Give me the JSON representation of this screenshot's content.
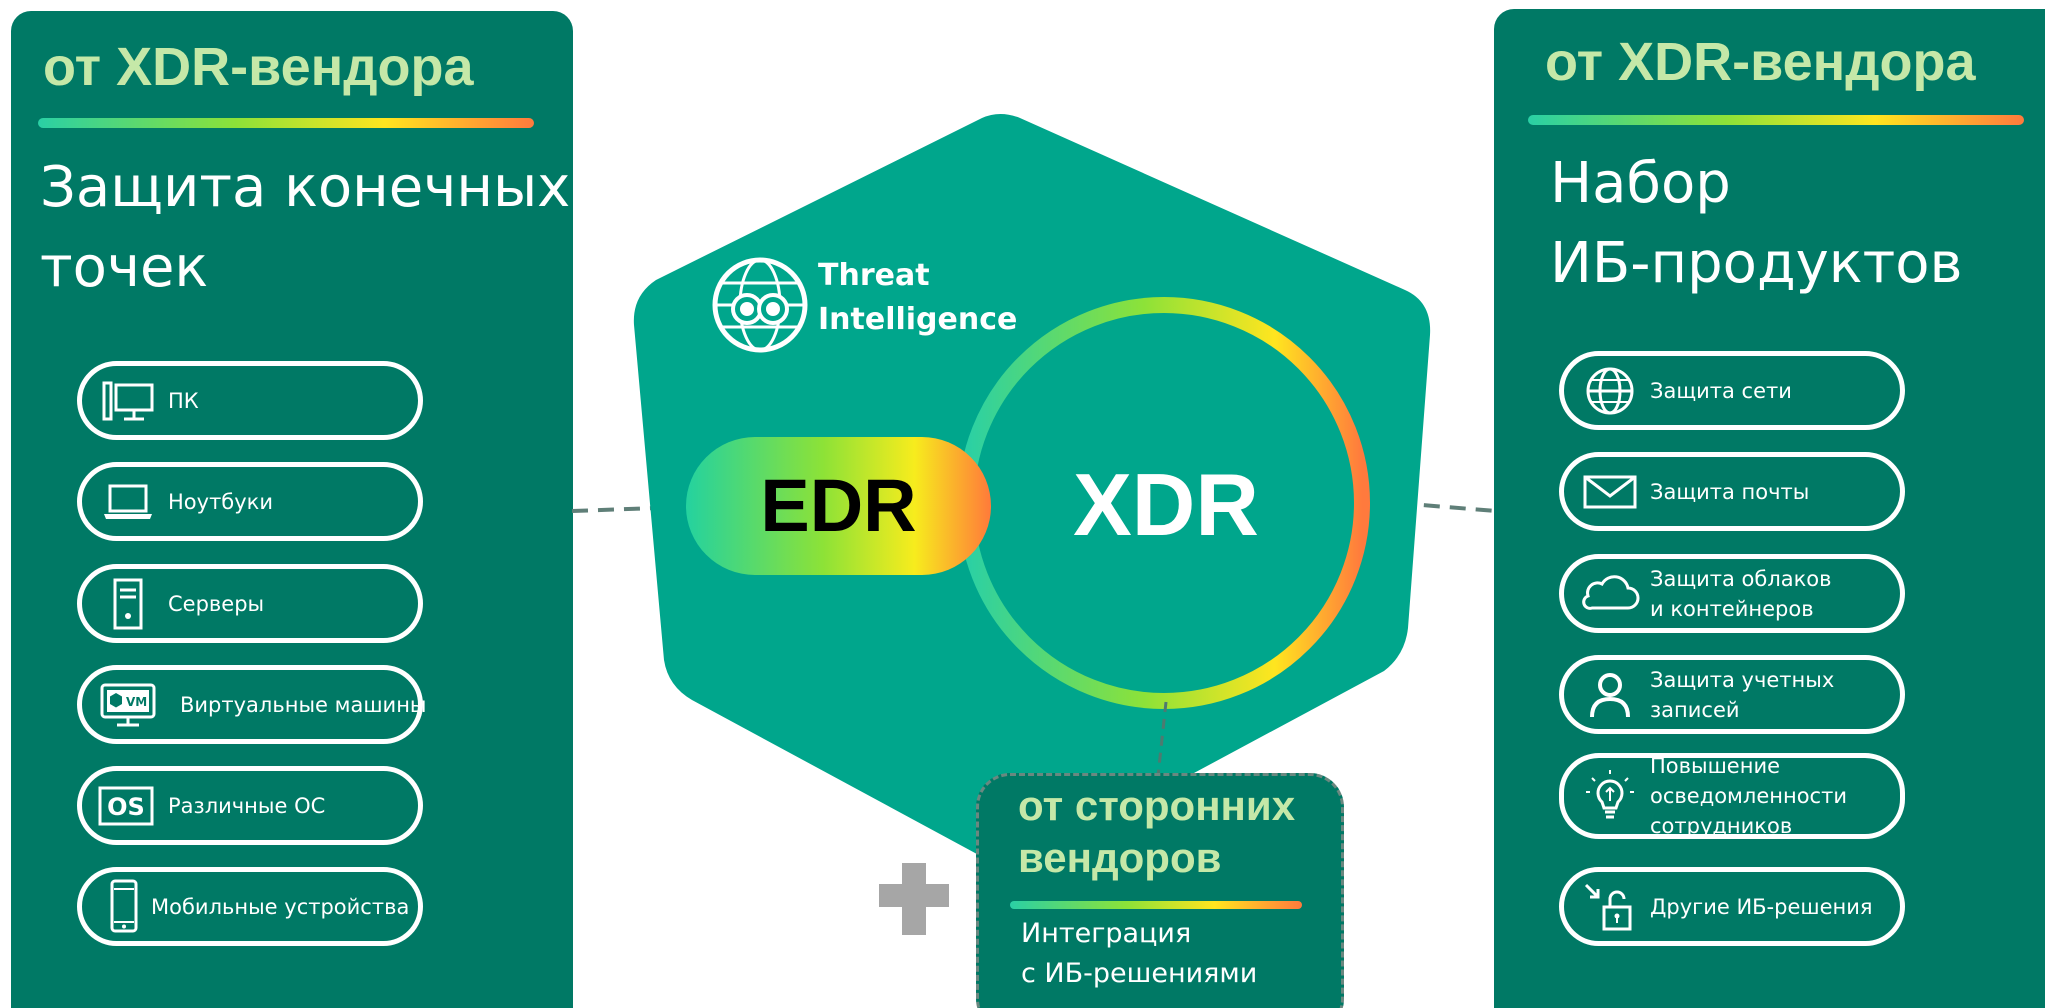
{
  "colors": {
    "panel_green": "#007965",
    "hexagon_green": "#00a68c",
    "vendor_title": "#c5e8a8",
    "gradient": [
      "#2ad0a5",
      "#8de238",
      "#ffe51f",
      "#ff7a3d"
    ],
    "plus_gray": "#a6a6a6"
  },
  "left_panel": {
    "vendor_title": "от XDR-вендора",
    "heading_line1": "Защита конечных",
    "heading_line2": "точек",
    "items": [
      {
        "label": "ПК",
        "icon": "pc-icon"
      },
      {
        "label": "Ноутбуки",
        "icon": "laptop-icon"
      },
      {
        "label": "Серверы",
        "icon": "server-icon"
      },
      {
        "label": "Виртуальные машины",
        "icon": "vm-icon",
        "icon_text": "VM"
      },
      {
        "label": "Различные ОС",
        "icon": "os-icon",
        "icon_text": "OS"
      },
      {
        "label": "Мобильные устройства",
        "icon": "mobile-icon"
      }
    ]
  },
  "center": {
    "ti_line1": "Threat",
    "ti_line2": "Intelligence",
    "ti_icon": "globe-binoculars-icon",
    "edr": "EDR",
    "xdr": "XDR",
    "third_party": {
      "title_line1": "от сторонних",
      "title_line2": "вендоров",
      "desc_line1": "Интеграция",
      "desc_line2": "с  ИБ-решениями"
    },
    "plus_icon": "plus-icon"
  },
  "right_panel": {
    "vendor_title": "от XDR-вендора",
    "heading_line1": "Набор",
    "heading_line2": "ИБ-продуктов",
    "items": [
      {
        "lines": [
          "Защита сети"
        ],
        "icon": "globe-icon"
      },
      {
        "lines": [
          "Защита почты"
        ],
        "icon": "envelope-icon"
      },
      {
        "lines": [
          "Защита облаков",
          "и контейнеров"
        ],
        "icon": "cloud-icon"
      },
      {
        "lines": [
          "Защита учетных",
          "записей"
        ],
        "icon": "user-icon"
      },
      {
        "lines": [
          "Повышение",
          "осведомленности",
          "сотрудников"
        ],
        "icon": "lightbulb-icon"
      },
      {
        "lines": [
          "Другие ИБ-решения"
        ],
        "icon": "unlock-icon"
      }
    ]
  }
}
